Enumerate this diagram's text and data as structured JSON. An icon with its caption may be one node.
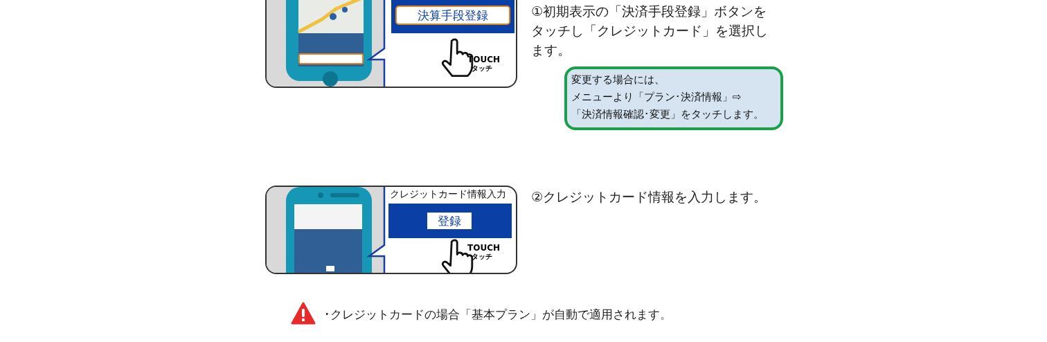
{
  "diagram": {
    "nodes": [
      {
        "text": [],
        "shape": "box"
      },
      {
        "text": [
          "決算手段登録"
        ],
        "in": 0
      },
      {
        "text": [
          "クレジットカード情報入力"
        ]
      },
      {
        "text": [
          "登録"
        ],
        "in": 2
      },
      {
        "text": [
          "変更する場合には、",
          "メニューより「プラン･決済情報」⇨",
          "「決済情報確認･変更」をタッチします。"
        ]
      }
    ],
    "labels": [
      "TOUCH",
      "タッチ",
      "①初期表示の「決済手段登録」ボタンをタッチし「クレジットカード」を選択します。",
      "TOUCH",
      "タッチ",
      "②クレジットカード情報を入力します。",
      "･クレジットカードの場合「基本プラン」が自動で適用されます。"
    ]
  }
}
